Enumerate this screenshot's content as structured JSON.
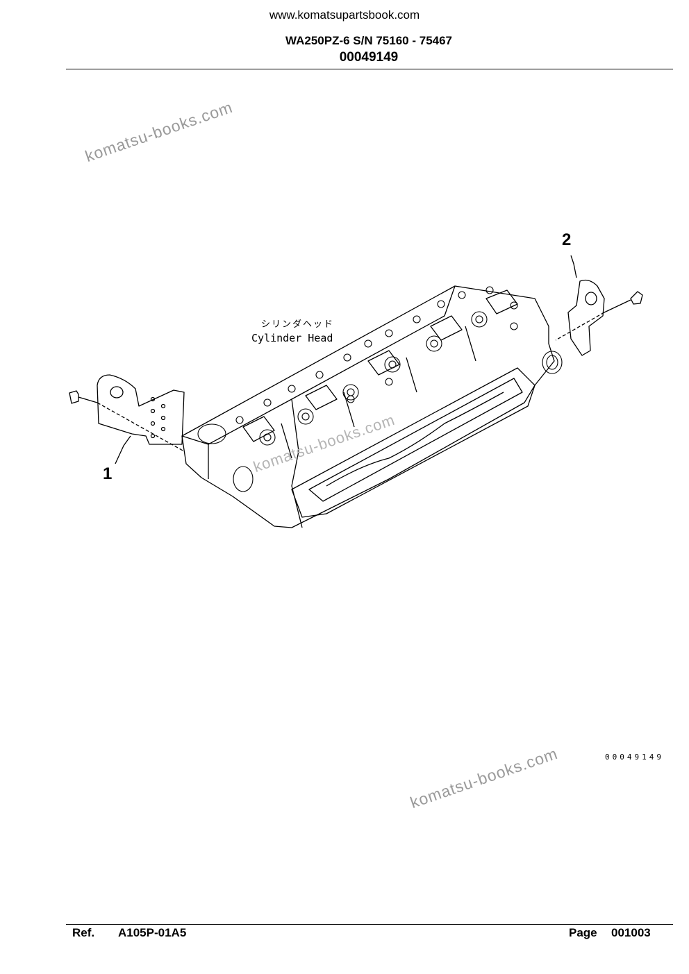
{
  "header": {
    "site_url": "www.komatsupartsbook.com",
    "model_serial": "WA250PZ-6 S/N 75160 - 75467",
    "doc_number": "00049149"
  },
  "watermarks": [
    "komatsu-books.com",
    "komatsu-books.com",
    "komatsu-books.com"
  ],
  "drawing": {
    "label_jp": "シリンダヘッド",
    "label_en": "Cylinder Head",
    "callouts": [
      "1",
      "2"
    ],
    "drawing_number": "00049149"
  },
  "footer": {
    "ref_label": "Ref.",
    "ref_value": "A105P-01A5",
    "page_label": "Page",
    "page_value": "001003"
  }
}
